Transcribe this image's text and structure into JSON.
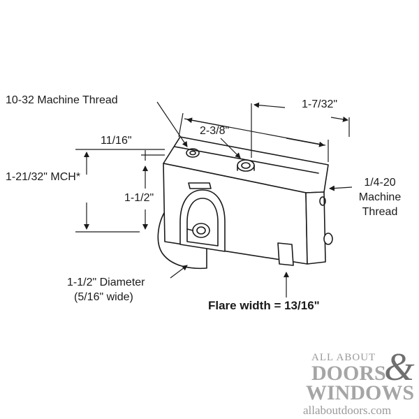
{
  "labels": {
    "machine_thread_top": "10-32 Machine Thread",
    "dim_1_7_32": "1-7/32\"",
    "dim_11_16": "11/16\"",
    "dim_2_3_8": "2-3/8\"",
    "dim_mch": "1-21/32\" MCH*",
    "dim_1_1_2": "1-1/2\"",
    "side_thread_1": "1/4-20",
    "side_thread_2": "Machine",
    "side_thread_3": "Thread",
    "wheel_diameter": "1-1/2\" Diameter",
    "wheel_width": "(5/16\" wide)",
    "flare_width": "Flare width = 13/16\""
  },
  "logo": {
    "all_about": "ALL ABOUT",
    "doors": "DOORS",
    "ampersand": "&",
    "windows": "WINDOWS",
    "url": "allaboutdoors.com"
  },
  "colors": {
    "line": "#1a1a1a",
    "logo_gray": "#a5a5a5",
    "logo_dark": "#6f6f6f"
  }
}
